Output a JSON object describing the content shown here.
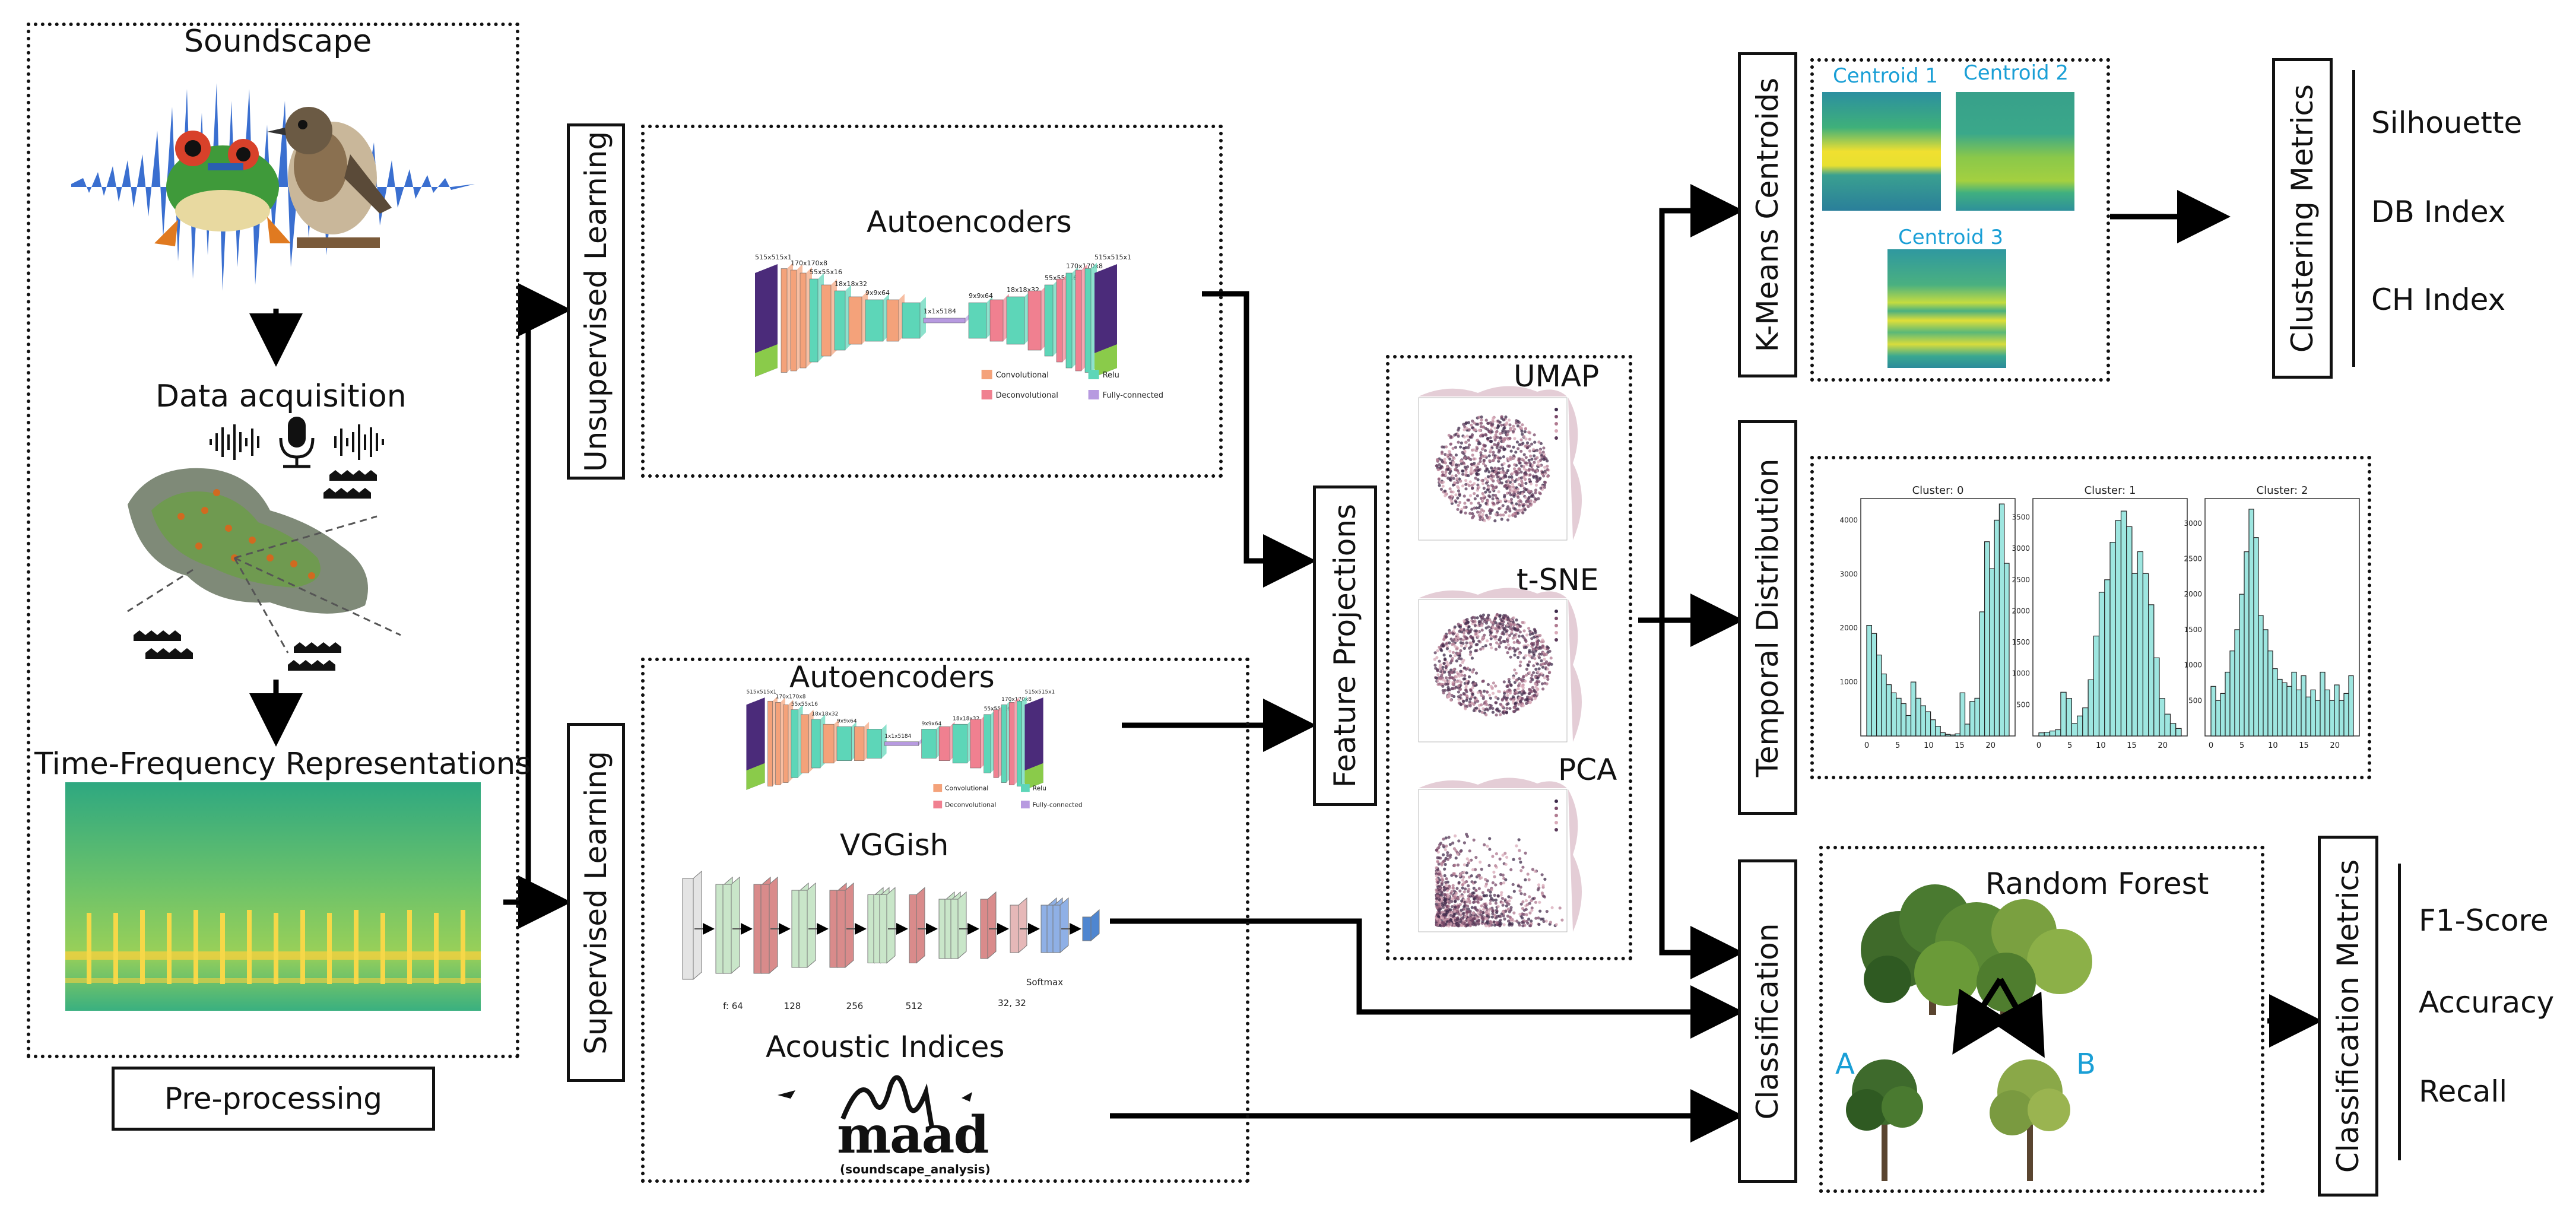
{
  "preprocessing": {
    "soundscape": "Soundscape",
    "data_acquisition": "Data acquisition",
    "tfr": "Time-Frequency Representations",
    "label": "Pre-processing"
  },
  "learning": {
    "unsupervised": "Unsupervised Learning",
    "supervised": "Supervised Learning"
  },
  "models": {
    "autoencoders_top": "Autoencoders",
    "autoencoders_bottom": "Autoencoders",
    "vggish": "VGGish",
    "acoustic_indices": "Acoustic Indices",
    "maad_logo": "maad",
    "maad_sub": "(soundscape_analysis)",
    "ae_layers_top": [
      "515x515x1",
      "170x170x8",
      "55x55x16",
      "18x18x32",
      "9x9x64",
      "1x1x5184",
      "9x9x64",
      "18x18x32",
      "55x55x16",
      "170x170x8",
      "515x515x1"
    ],
    "ae_layers_bottom": [
      "515x515x1",
      "170x170x8",
      "55x55x16",
      "18x18x32",
      "9x9x64",
      "1x1x5184",
      "9x9x64",
      "18x18x32",
      "55x55x16",
      "170x170x8",
      "515x515x1"
    ],
    "ae_legend": [
      "Convolutional",
      "Relu",
      "Deconvolutional",
      "Fully-connected"
    ],
    "vgg_labels": [
      "f: 64",
      "128",
      "256",
      "512",
      "32, 32",
      "Softmax"
    ]
  },
  "projections": {
    "label": "Feature Projections",
    "umap": "UMAP",
    "tsne": "t-SNE",
    "pca": "PCA"
  },
  "kmeans": {
    "label": "K-Means Centroids",
    "centroids": [
      "Centroid 1",
      "Centroid 2",
      "Centroid 3"
    ]
  },
  "clustering_metrics": {
    "label": "Clustering Metrics",
    "items": [
      "Silhouette",
      "DB Index",
      "CH Index"
    ]
  },
  "temporal": {
    "label": "Temporal Distribution",
    "clusters": [
      "Cluster: 0",
      "Cluster: 1",
      "Cluster: 2"
    ]
  },
  "classification": {
    "label": "Classification",
    "random_forest": "Random Forest",
    "class_a": "A",
    "class_b": "B"
  },
  "classification_metrics": {
    "label": "Classification Metrics",
    "items": [
      "F1-Score",
      "Accuracy",
      "Recall"
    ]
  },
  "chart_data": [
    {
      "type": "bar",
      "title": "Cluster: 0",
      "x_ticks": [
        "0",
        "5",
        "10",
        "15",
        "20"
      ],
      "y_ticks": [
        "1000",
        "2000",
        "3000",
        "4000"
      ],
      "ylim": [
        0,
        4400
      ],
      "values": [
        2050,
        1900,
        1500,
        1150,
        950,
        800,
        700,
        600,
        380,
        1000,
        700,
        560,
        450,
        300,
        180,
        60,
        30,
        20,
        40,
        800,
        220,
        640,
        700,
        2300,
        3600,
        3100,
        4000,
        4300,
        3200
      ]
    },
    {
      "type": "bar",
      "title": "Cluster: 1",
      "x_ticks": [
        "0",
        "5",
        "10",
        "15",
        "20"
      ],
      "y_ticks": [
        "500",
        "1000",
        "1500",
        "2000",
        "2500",
        "3000",
        "3500"
      ],
      "ylim": [
        0,
        3800
      ],
      "values": [
        50,
        60,
        80,
        100,
        700,
        600,
        200,
        320,
        450,
        900,
        1600,
        2300,
        2500,
        3100,
        3450,
        3600,
        3350,
        2600,
        2950,
        2600,
        2100,
        1250,
        600,
        350,
        200,
        120
      ]
    },
    {
      "type": "bar",
      "title": "Cluster: 2",
      "x_ticks": [
        "0",
        "5",
        "10",
        "15",
        "20"
      ],
      "y_ticks": [
        "500",
        "1000",
        "1500",
        "2000",
        "2500",
        "3000"
      ],
      "ylim": [
        0,
        3350
      ],
      "values": [
        700,
        500,
        600,
        900,
        1200,
        1500,
        2000,
        2600,
        3200,
        2800,
        1700,
        1500,
        1200,
        950,
        800,
        750,
        700,
        900,
        650,
        850,
        550,
        650,
        500,
        900,
        650,
        500,
        720,
        500,
        600,
        850
      ]
    }
  ]
}
